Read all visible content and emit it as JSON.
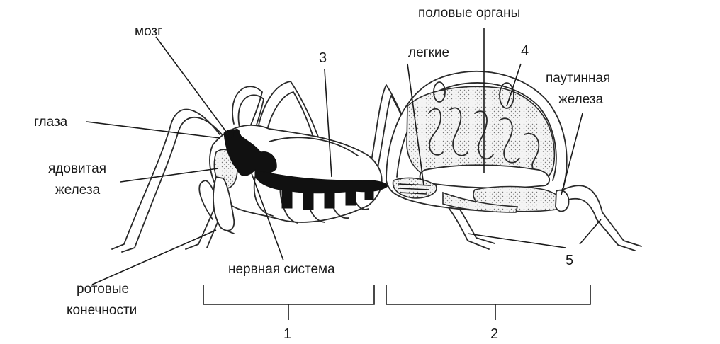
{
  "labels": {
    "brain": "мозг",
    "eyes": "глаза",
    "venom_gland_line1": "ядовитая",
    "venom_gland_line2": "железа",
    "mouthparts_line1": "ротовые",
    "mouthparts_line2": "конечности",
    "nervous_system": "нервная система",
    "genital_organs": "половые органы",
    "lungs": "легкие",
    "silk_gland_line1": "паутинная",
    "silk_gland_line2": "железа"
  },
  "numbers": {
    "n1": "1",
    "n2": "2",
    "n3": "3",
    "n4": "4",
    "n5": "5"
  }
}
